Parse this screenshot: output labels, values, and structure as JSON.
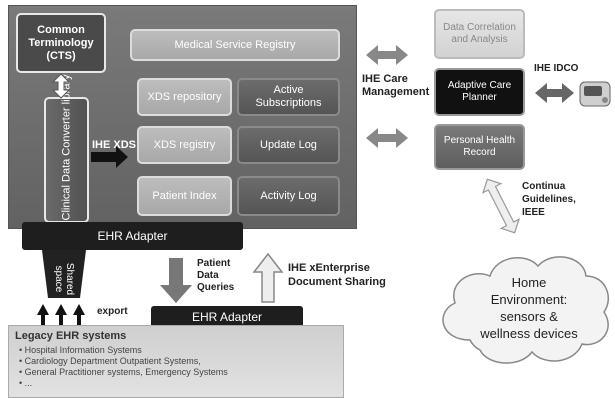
{
  "main_panel": {
    "common_terminology": "Common Terminology (CTS)",
    "medical_service_registry": "Medical Service Registry",
    "clinical_converter": "Clinical Data Converter library",
    "ihe_xds": "IHE XDS",
    "xds_repository": "XDS repository",
    "active_subscriptions": "Active Subscriptions",
    "xds_registry": "XDS registry",
    "update_log": "Update Log",
    "patient_index": "Patient Index",
    "activity_log": "Activity Log",
    "ehr_adapter_top": "EHR Adapter"
  },
  "shared_space": "Shared space",
  "export": "export",
  "patient_data_queries": "Patient Data Queries",
  "ihe_xenterprise": "IHE xEnterprise Document Sharing",
  "ehr_adapter_bottom": "EHR Adapter",
  "legacy": {
    "title": "Legacy EHR systems",
    "items": [
      "Hospital Information Systems",
      "Cardiology Department Outpatient Systems,",
      "General Practitioner systems, Emergency Systems",
      "..."
    ]
  },
  "ihe_care_management": "IHE Care Management",
  "right": {
    "data_correlation": "Data Correlation and Analysis",
    "adaptive_care_planner": "Adaptive Care Planner",
    "personal_health_record": "Personal Health Record",
    "ihe_idco": "IHE IDCO",
    "continua": "Continua Guidelines, IEEE",
    "home_environment": "Home Environment: sensors & wellness devices"
  },
  "colors": {
    "panel": "#6f6f6f",
    "light_box": "#b3b3b3",
    "dark_box": "#5f5f5f",
    "adapter": "#1e1e1e"
  }
}
